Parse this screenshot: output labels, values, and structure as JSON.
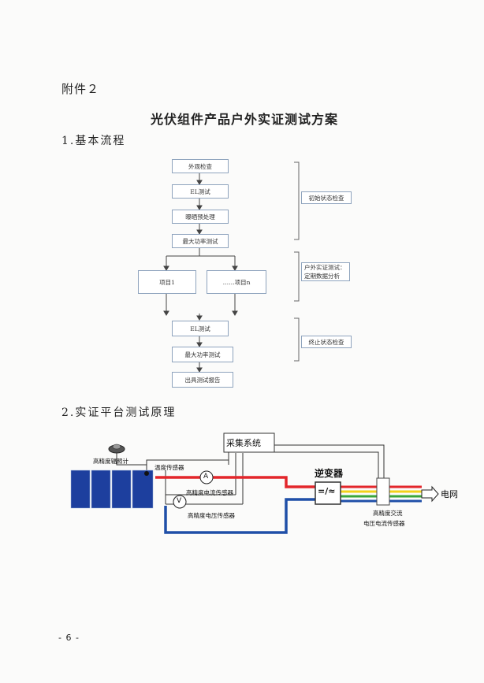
{
  "header": {
    "attachment": "附件２",
    "title": "光伏组件产品户外实证测试方案"
  },
  "section1": {
    "heading": "1.基本流程",
    "flow": {
      "appearance": "外观检查",
      "el_test": "EL测试",
      "sun_pretreat": "曝晒预处理",
      "max_power": "最大功率测试",
      "item1": "项目1",
      "itemn": "……项目n",
      "el_test2": "EL测试",
      "max_power2": "最大功率测试",
      "report": "出具测试报告"
    },
    "brackets": {
      "initial": "初始状态检查",
      "outdoor_1": "户外实证测试：",
      "outdoor_2": "定期数据分析",
      "final": "终止状态检查"
    }
  },
  "section2": {
    "heading": "2.实证平台测试原理",
    "diagram": {
      "acquisition": "采集系统",
      "irradiance": "高精度辐照计",
      "temp_sensor": "温度传感器",
      "current_sensor": "高精度电流传感器",
      "voltage_sensor": "高精度电压传感器",
      "inverter": "逆变器",
      "inverter_symbol": "=/≈",
      "ac_sensor_1": "高精度交流",
      "ac_sensor_2": "电压电流传感器",
      "grid": "电网",
      "ammeter": "A",
      "voltmeter": "V"
    },
    "colors": {
      "red": "#e3262b",
      "blue": "#1f4fa8",
      "yellow": "#f2d21a",
      "green": "#3aa63a",
      "panel": "#1d3f9e"
    }
  },
  "footer": {
    "page_number": "- 6 -"
  }
}
